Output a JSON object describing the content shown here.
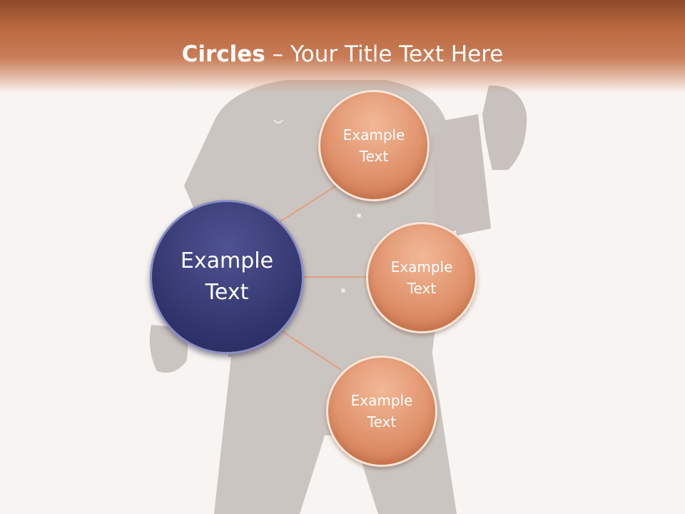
{
  "slide": {
    "title_bold": "Circles",
    "title_rest": " – Your Title Text Here"
  },
  "diagram": {
    "center": {
      "line1": "Example",
      "line2": "Text"
    },
    "nodes": [
      {
        "line1": "Example",
        "line2": "Text"
      },
      {
        "line1": "Example",
        "line2": "Text"
      },
      {
        "line1": "Example",
        "line2": "Text"
      }
    ]
  },
  "colors": {
    "header": "#b9693f",
    "center_circle": "#353870",
    "node_circle": "#e0936c",
    "connector": "#e0a080"
  }
}
